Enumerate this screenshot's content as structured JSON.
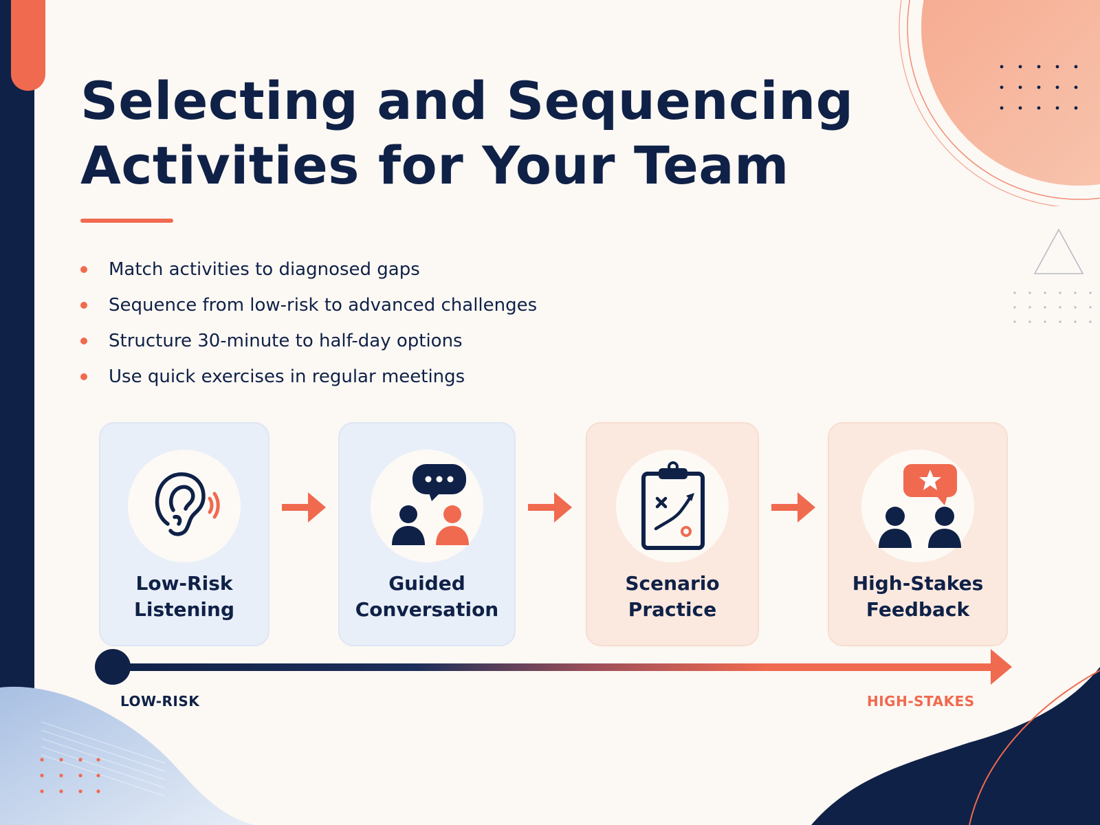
{
  "title": {
    "line1": "Selecting and Sequencing",
    "line2": "Activities for Your Team"
  },
  "bullets": [
    "Match activities to diagnosed gaps",
    "Sequence from low-risk to advanced challenges",
    "Structure 30-minute to half-day options",
    "Use quick exercises in regular meetings"
  ],
  "steps": [
    {
      "line1": "Low-Risk",
      "line2": "Listening",
      "icon": "ear-icon"
    },
    {
      "line1": "Guided",
      "line2": "Conversation",
      "icon": "conversation-icon"
    },
    {
      "line1": "Scenario",
      "line2": "Practice",
      "icon": "clipboard-playbook-icon"
    },
    {
      "line1": "High-Stakes",
      "line2": "Feedback",
      "icon": "feedback-star-icon"
    }
  ],
  "scale": {
    "start_label": "LOW-RISK",
    "end_label": "HIGH-STAKES"
  },
  "colors": {
    "navy": "#0f2147",
    "coral": "#f06a4f",
    "background": "#fcf8f4",
    "card_blue": "#e9eff8",
    "card_peach": "#fbe9df"
  }
}
